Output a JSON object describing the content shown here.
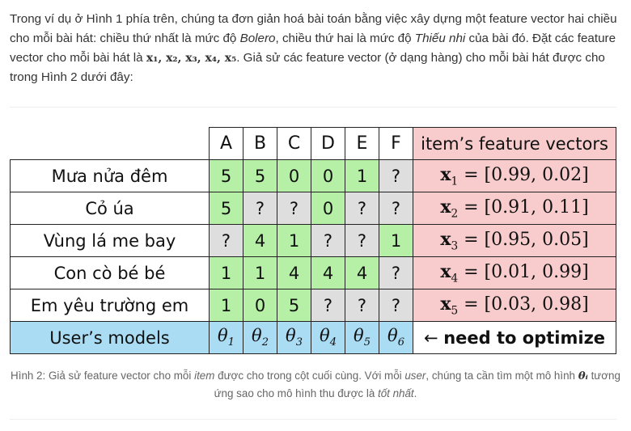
{
  "intro": {
    "p1": "Trong ví dụ ở Hình 1 phía trên, chúng ta đơn giản hoá bài toán bằng việc xây dựng một feature vector hai chiều cho mỗi bài hát: chiều thứ nhất là mức độ ",
    "em1": "Bolero",
    "p2": ", chiều thứ hai là mức độ ",
    "em2": "Thiếu nhi",
    "p3": " của bài đó. Đặt các feature vector cho mỗi bài hát là ",
    "math": "x₁, x₂, x₃, x₄, x₅",
    "p4": ". Giả sử các feature vector (ở dạng hàng) cho mỗi bài hát được cho trong Hình 2 dưới đây:"
  },
  "table": {
    "columns": [
      "A",
      "B",
      "C",
      "D",
      "E",
      "F"
    ],
    "feature_header": "item’s feature vectors",
    "rows": [
      {
        "song": "Mưa nửa đêm",
        "cells": [
          "5",
          "5",
          "0",
          "0",
          "1",
          "?"
        ],
        "vec": "x",
        "sub": "1",
        "rhs": "= [0.99, 0.02]"
      },
      {
        "song": "Cỏ úa",
        "cells": [
          "5",
          "?",
          "?",
          "0",
          "?",
          "?"
        ],
        "vec": "x",
        "sub": "2",
        "rhs": "= [0.91, 0.11]"
      },
      {
        "song": "Vùng lá me bay",
        "cells": [
          "?",
          "4",
          "1",
          "?",
          "?",
          "1"
        ],
        "vec": "x",
        "sub": "3",
        "rhs": "= [0.95, 0.05]"
      },
      {
        "song": "Con cò bé bé",
        "cells": [
          "1",
          "1",
          "4",
          "4",
          "4",
          "?"
        ],
        "vec": "x",
        "sub": "4",
        "rhs": "= [0.01, 0.99]"
      },
      {
        "song": "Em yêu trường em",
        "cells": [
          "1",
          "0",
          "5",
          "?",
          "?",
          "?"
        ],
        "vec": "x",
        "sub": "5",
        "rhs": "= [0.03, 0.98]"
      }
    ],
    "models_label": "User’s models",
    "thetas": [
      {
        "sym": "θ",
        "sub": "1"
      },
      {
        "sym": "θ",
        "sub": "2"
      },
      {
        "sym": "θ",
        "sub": "3"
      },
      {
        "sym": "θ",
        "sub": "4"
      },
      {
        "sym": "θ",
        "sub": "5"
      },
      {
        "sym": "θ",
        "sub": "6"
      }
    ],
    "optimize_arrow": "← ",
    "optimize_text": "need to optimize"
  },
  "caption": {
    "c1": "Hình 2: Giả sử feature vector cho mỗi ",
    "em1": "item",
    "c2": " được cho trong cột cuối cùng. Với mỗi ",
    "em2": "user",
    "c3": ", chúng ta cần tìm một mô hình ",
    "math": "θᵢ",
    "c4": " tương ứng sao cho mô hình thu được là ",
    "em3": "tốt nhất",
    "c5": "."
  },
  "colors": {
    "known": "#b5f0a6",
    "unknown": "#dedede",
    "features": "#f8cccc",
    "models": "#aadcf3"
  }
}
